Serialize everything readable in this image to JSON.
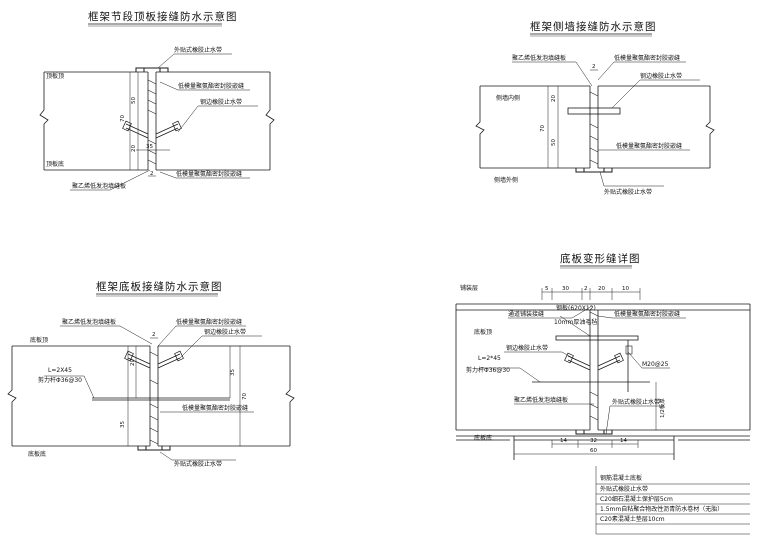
{
  "colors": {
    "line": "#1a1a1a",
    "fill": "#ffffff",
    "light": "#666666"
  },
  "panel1": {
    "title": "框架节段顶板接缝防水示意图",
    "top_face": "顶板顶",
    "bottom_face": "顶板底",
    "ext_waterstop": "外贴式橡胶止水带",
    "sealant_top": "低模量聚氨酯密封胶嵌缝",
    "steel_waterstop": "钢边橡胶止水带",
    "foam_board": "聚乙烯低发泡填缝板",
    "sealant_bottom": "低模量聚氨酯密封胶嵌缝",
    "dim_70": "70",
    "dim_50": "50",
    "dim_20": "20",
    "dim_35": "35",
    "dim_2": "2"
  },
  "panel2": {
    "title": "框架侧墙接缝防水示意图",
    "inner_face": "侧墙内侧",
    "outer_face": "侧墙外侧",
    "foam_board": "聚乙烯低发泡填缝板",
    "sealant_top": "低模量聚氨酯密封胶嵌缝",
    "steel_waterstop": "钢边橡胶止水带",
    "sealant_mid": "低模量聚氨酯密封胶嵌缝",
    "ext_waterstop": "外贴式橡胶止水带",
    "dim_70": "70",
    "dim_50": "50",
    "dim_20": "20",
    "dim_2": "2"
  },
  "panel3": {
    "title": "框架底板接缝防水示意图",
    "top_face": "底板顶",
    "bottom_face": "底板底",
    "foam_board": "聚乙烯低发泡填缝板",
    "sealant_top": "低模量聚氨酯密封胶嵌缝",
    "steel_waterstop": "钢边橡胶止水带",
    "dowel_len": "L=2X45",
    "dowel_spec": "剪力杆Φ36@30",
    "sealant_mid": "低模量聚氨酯密封胶嵌缝",
    "ext_waterstop": "外贴式橡胶止水带",
    "dim_70": "70",
    "dim_35": "35",
    "dim_20": "20",
    "dim_2": "2"
  },
  "panel4": {
    "title": "底板变形缝详图",
    "paving": "铺装层",
    "top_face": "底板顶",
    "bottom_face": "底板底",
    "top_sealant": "通道铺装接缝",
    "steel_plate": "钢板(620X12)",
    "felt": "10mm厚油毛毡",
    "sealant": "低模量聚氨酯密封胶嵌缝",
    "steel_waterstop": "钢边橡胶止水带",
    "dowel_len": "L=2*45",
    "dowel_spec": "剪力杆Φ36@30",
    "bolt": "M20@25",
    "foam_board": "聚乙烯低发泡填缝板",
    "ext_waterstop": "外贴式橡胶止水带",
    "slope": "1/2板厚",
    "dim_5": "5",
    "dim_30": "30",
    "dim_2": "2",
    "dim_20": "20",
    "dim_10": "10",
    "dim_14a": "14",
    "dim_32": "32",
    "dim_14b": "14",
    "dim_60": "60",
    "legend": [
      "钢筋混凝土底板",
      "外贴式橡胶止水带",
      "C20细石混凝土保护层5cm",
      "1.5mm自粘聚合物改性沥青防水卷材（无胎）",
      "C20素混凝土垫层10cm"
    ]
  }
}
